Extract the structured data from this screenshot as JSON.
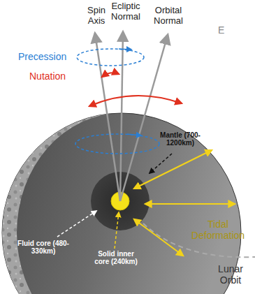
{
  "diagram": {
    "labels": [
      "Spin Axis",
      "Ecliptic Normal",
      "Orbital Normal",
      "E",
      "Precession",
      "Nutation",
      "Mantle (700-1200km)",
      "Tidal Deformation",
      "Fluid core (480-330km)",
      "Solid inner core (240km)",
      "Lunar Orbit"
    ]
  }
}
